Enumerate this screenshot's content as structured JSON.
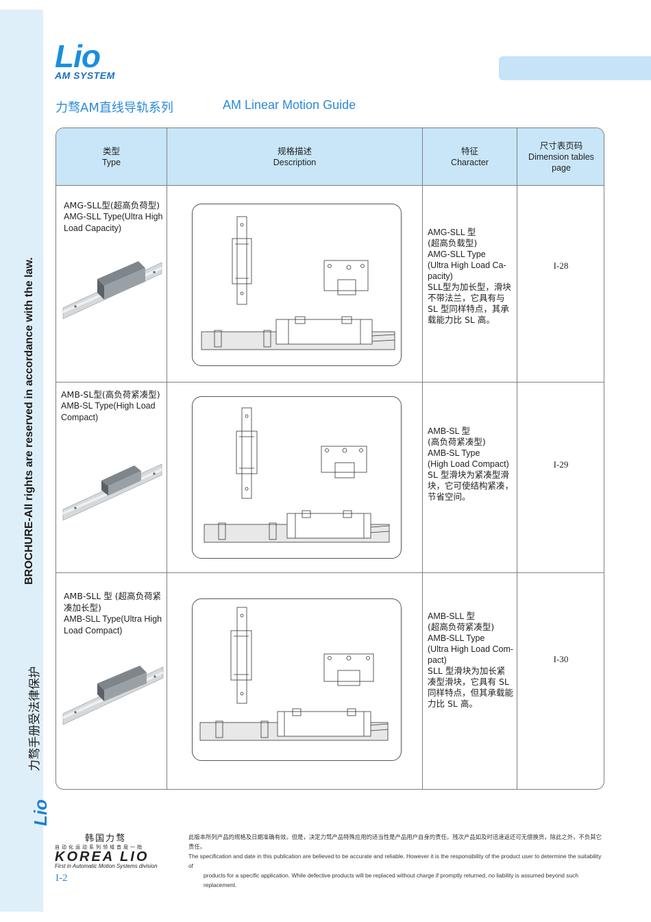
{
  "side": {
    "vertical_en": "BROCHURE-All rights are reserved in accordance with the law.",
    "vertical_cn": "力骛手册受法律保护",
    "logo": "Lio"
  },
  "header": {
    "logo_mark": "Lio",
    "logo_sub": "AM SYSTEM",
    "title_cn": "力骛AM直线导轨系列",
    "title_en": "AM Linear Motion Guide"
  },
  "table": {
    "headers": [
      {
        "cn": "类型",
        "en": "Type"
      },
      {
        "cn": "规格描述",
        "en": "Description"
      },
      {
        "cn": "特征",
        "en": "Character"
      },
      {
        "cn": "尺寸表页码",
        "en": "Dimension tables page"
      }
    ],
    "rows": [
      {
        "type_cn": "AMG-SLL型(超高负荷型)",
        "type_en": "AMG-SLL Type(Ultra High Load Capacity)",
        "char": [
          "AMG-SLL 型",
          "(超高负载型)",
          "AMG-SLL Type",
          "(Ultra High Load Ca-",
          "pacity)",
          "SLL型为加长型，滑块",
          "不带法兰，它具有与",
          "SL 型同样特点，其承",
          "载能力比 SL 高。"
        ],
        "page": "I-28"
      },
      {
        "type_cn": "AMB-SL型(高负荷紧凑型)",
        "type_en": "AMB-SL Type(High Load Compact)",
        "char": [
          "AMB-SL 型",
          "(高负荷紧凑型)",
          "AMB-SL Type",
          "(High Load Compact)",
          "SL 型滑块为紧凑型滑",
          "块，它可使结构紧凑，",
          "节省空间。"
        ],
        "page": "I-29"
      },
      {
        "type_cn": "AMB-SLL 型 (超高负荷紧凑加长型)",
        "type_en": "AMB-SLL Type(Ultra High Load Compact)",
        "char": [
          "AMB-SLL 型",
          "(超高负荷紧凑型)",
          "AMB-SLL Type",
          "(Ultra High Load Com-",
          "pact)",
          "SLL 型滑块为加长紧",
          "凑型滑块，它具有 SL",
          "同样特点，但其承载能",
          "力比 SL 高。"
        ],
        "page": "I-30"
      }
    ]
  },
  "footer": {
    "brand_cn": "韩国力骛",
    "brand_cn_small": "自动化运动系列领域首屈一指",
    "brand": "KOREA LIO",
    "slogan": "First in Automatic Motion Systems division",
    "disclaimer_cn": "此版本所列产品的规格及日期准确有效。但是，决定力骛产品特殊应用的适当性是产品用户自身的责任。残次产品如及时迅速返还可无偿换货，除此之外，不负其它责任。",
    "disclaimer_en1": "The specification and date in this publication are believed to be accurate and reliable. However it is the responsibility of the product user to determine the suitability of",
    "disclaimer_en2": "products for a specific application. While defective products will be replaced without charge if promptly returned, no liability is assumed beyond such replacement.",
    "page_no": "I-2"
  },
  "colors": {
    "accent": "#2a8ad8",
    "header_bg": "#c8e6f8",
    "side_band": "#dfeff9"
  }
}
